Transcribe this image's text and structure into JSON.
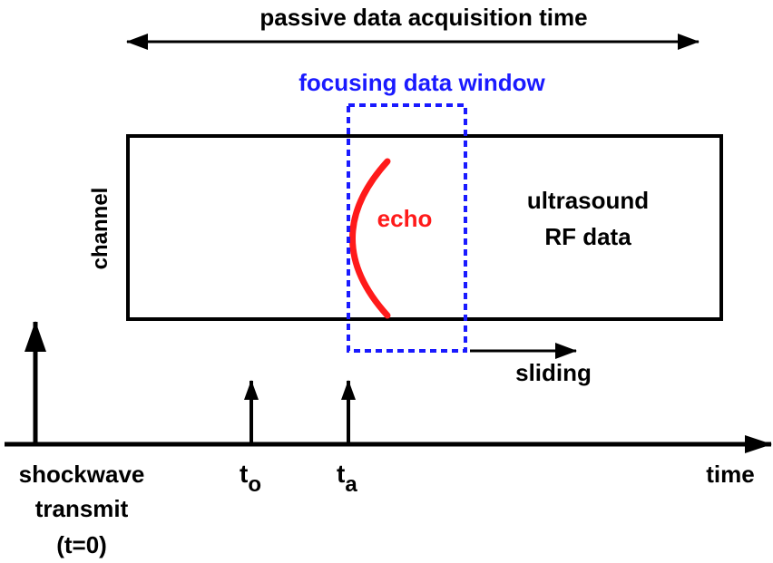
{
  "labels": {
    "acquisition_time": "passive data acquisition time",
    "focusing_window": "focusing data window",
    "channel": "channel",
    "echo": "echo",
    "rf_data_line1": "ultrasound",
    "rf_data_line2": "RF data",
    "sliding": "sliding",
    "time": "time",
    "shockwave_line1": "shockwave",
    "shockwave_line2": "transmit",
    "shockwave_line3": "(t=0)",
    "t_o_base": "t",
    "t_o_sub": "o",
    "t_a_base": "t",
    "t_a_sub": "a"
  },
  "colors": {
    "window": "#1a1aff",
    "echo": "#ff1a1a",
    "ink": "#000000"
  }
}
